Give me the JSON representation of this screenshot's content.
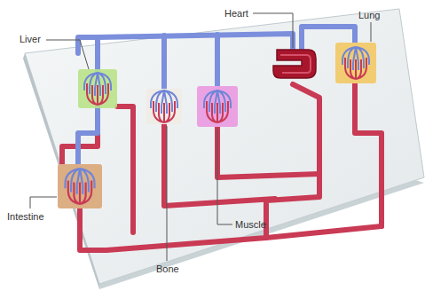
{
  "diagram": {
    "labels": [
      "Liver",
      "Heart",
      "Lung",
      "Muscle",
      "Intestine",
      "Bone"
    ]
  }
}
